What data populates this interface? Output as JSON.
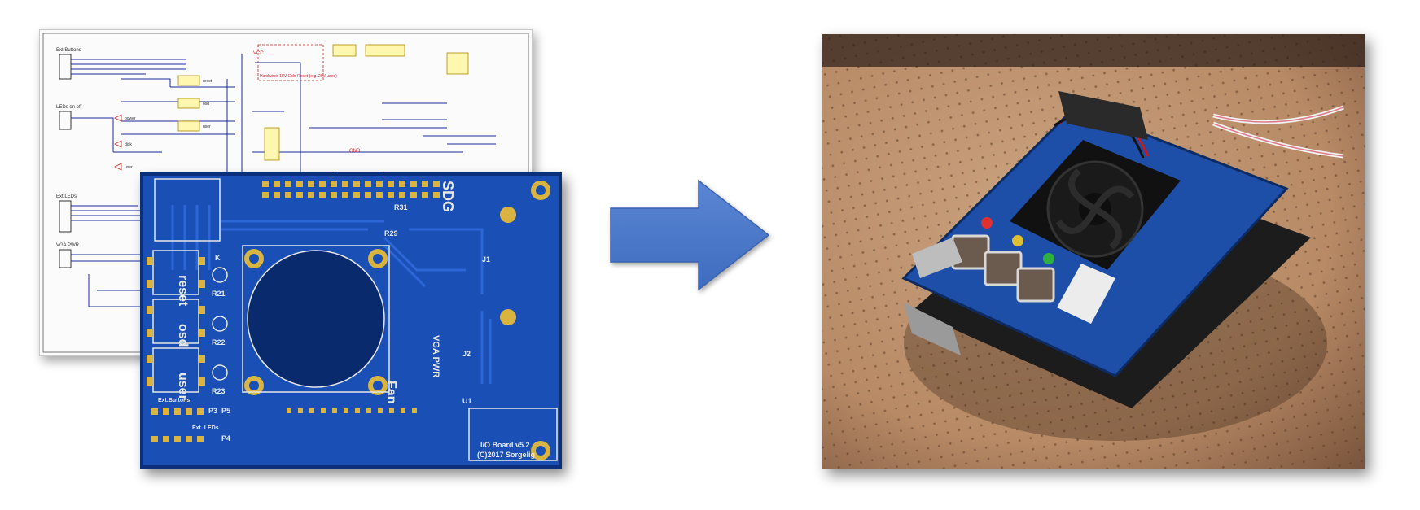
{
  "schematic": {
    "labels": {
      "p1": "Ext.Buttons",
      "p2": "LEDs on off",
      "p3": "Ext.LEDs",
      "p4": "VGA PWR",
      "vcc": "VCC",
      "gnd": "GND",
      "note": "Hardwired 18V Cold Reset (e.g. 20V used)",
      "sw1": "reset",
      "sw2": "osd",
      "sw3": "user",
      "led1": "power",
      "led2": "disk",
      "led3": "user"
    }
  },
  "pcb": {
    "logo": "SDG",
    "footer_line1": "I/O Board v5.2",
    "footer_line2": "(C)2017 Sorgelig",
    "button_labels": [
      "reset",
      "osd",
      "user"
    ],
    "component_labels": {
      "r21": "R21",
      "r22": "R22",
      "r23": "R23",
      "r31": "R31",
      "r29": "R29",
      "vga_pwr": "VGA PWR",
      "fan": "Fan",
      "ext_buttons": "Ext.Buttons",
      "ext_leds": "Ext. LEDs",
      "j1": "J1",
      "j2": "J2",
      "u1": "U1",
      "p3": "P3",
      "p5": "P5",
      "p4": "P4",
      "k": "K"
    }
  },
  "colors": {
    "pcb_blue": "#1a4fb5",
    "pcb_dark": "#0a2a6e",
    "arrow": "#4a78c8",
    "pad_gold": "#d9b441"
  }
}
